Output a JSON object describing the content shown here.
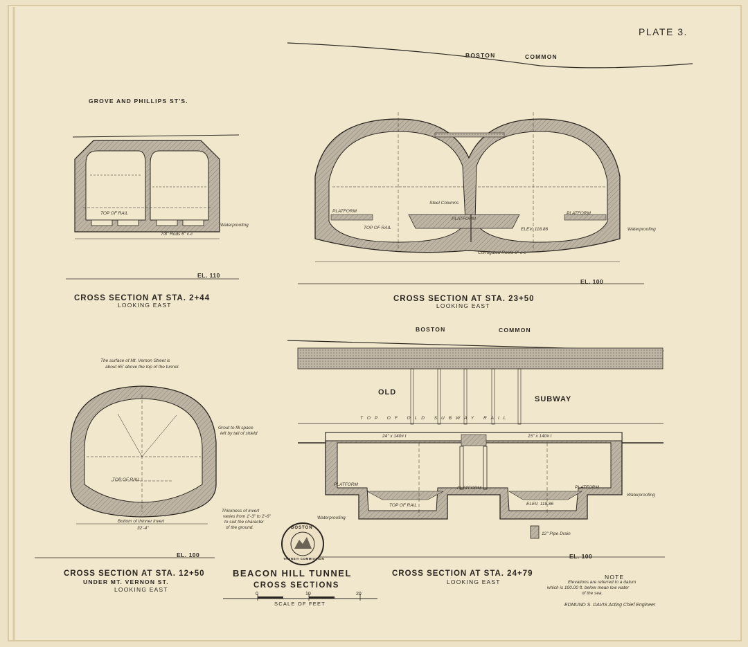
{
  "plate": "PLATE 3.",
  "title": {
    "main": "BEACON HILL TUNNEL",
    "sub": "CROSS SECTIONS"
  },
  "scale": {
    "ticks": [
      "0",
      "10",
      "20"
    ],
    "label": "SCALE OF FEET"
  },
  "note": {
    "heading": "NOTE",
    "lines": [
      "Elevations are referred to a datum",
      "which is 100.00 ft. below mean low water",
      "of the sea."
    ]
  },
  "engineer": "EDMUND S. DAVIS  Acting Chief Engineer",
  "seal": {
    "top": "BOSTON",
    "bottom": "TRANSIT COMMISSION"
  },
  "sections": {
    "s244": {
      "header": "GROVE AND PHILLIPS ST'S.",
      "caption": "CROSS SECTION AT STA. 2+44",
      "looking": "LOOKING EAST",
      "elev": "EL. 110",
      "notes": {
        "rail": "TOP OF RAIL",
        "water": "Waterproofing",
        "rods": "7/8\" Rods 6\" c-c"
      }
    },
    "s2350": {
      "header_left": "BOSTON",
      "header_right": "COMMON",
      "caption": "CROSS SECTION AT STA. 23+50",
      "looking": "LOOKING EAST",
      "elev": "EL. 100",
      "notes": {
        "platform": "PLATFORM",
        "rail": "TOP OF RAIL",
        "elev": "ELEV. 118.86",
        "water": "Waterproofing",
        "columns": "Steel Columns",
        "drain": "Corrugated Roofs 6\" c-c"
      }
    },
    "s1250": {
      "caption": "CROSS SECTION AT STA. 12+50",
      "street": "UNDER MT. VERNON ST.",
      "looking": "LOOKING EAST",
      "elev": "EL. 100",
      "surface_note": [
        "The surface of Mt. Vernon Street is",
        "about 65' above the top of the tunnel."
      ],
      "notes": {
        "grout": "Grout to fill space",
        "grout2": "left by tail of shield",
        "invert": "Bottom of thinner invert",
        "width": "32'-4\"",
        "rail": "TOP OF RAIL",
        "thick": "Thickness of invert",
        "thick2": "varies from 1'-3\" to 2'-6\"",
        "thick3": "to suit the character",
        "thick4": "of the ground."
      }
    },
    "s2479": {
      "header_left": "BOSTON",
      "header_right": "COMMON",
      "old": "OLD",
      "subway": "SUBWAY",
      "caption": "CROSS SECTION AT STA. 24+79",
      "looking": "LOOKING EAST",
      "elev": "EL. 100",
      "notes": {
        "top_rail": "TOP OF OLD SUBWAY RAIL",
        "platform": "PLATFORM",
        "rail": "TOP OF RAIL",
        "elev": "ELEV. 118.86",
        "water": "Waterproofing",
        "drain": "12\" Pipe Drain",
        "beam_l": "24\" x 140# I",
        "beam_r": "15\" x 140# I"
      }
    }
  },
  "colors": {
    "paper": "#efe4c8",
    "ink": "#2b2620",
    "concrete": "#b9b0a0",
    "border": "#c9b98f"
  }
}
